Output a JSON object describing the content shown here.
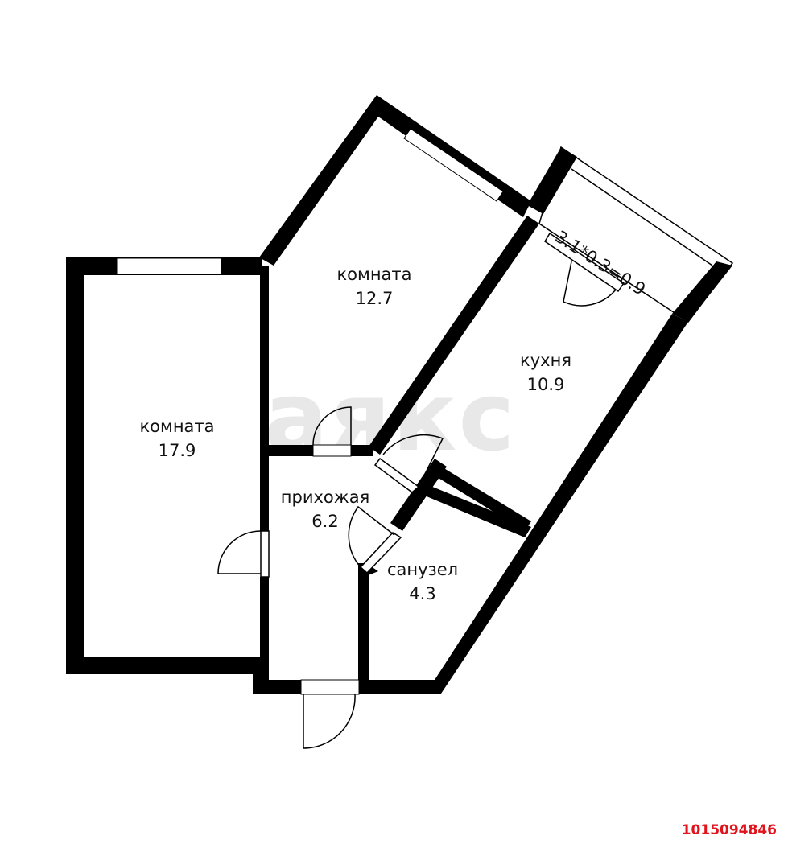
{
  "watermark": "аякс",
  "rooms": [
    {
      "id": "room-large",
      "name": "комната",
      "area": "17.9"
    },
    {
      "id": "room-small",
      "name": "комната",
      "area": "12.7"
    },
    {
      "id": "kitchen",
      "name": "кухня",
      "area": "10.9"
    },
    {
      "id": "hallway",
      "name": "прихожая",
      "area": "6.2"
    },
    {
      "id": "bathroom",
      "name": "санузел",
      "area": "4.3"
    }
  ],
  "balcony": {
    "label": "3.1*0.3=0.9"
  },
  "listing_id": "1015094846",
  "colors": {
    "wall": "#000000",
    "id_text": "#e0141c",
    "watermark": "#e8e8e8"
  }
}
